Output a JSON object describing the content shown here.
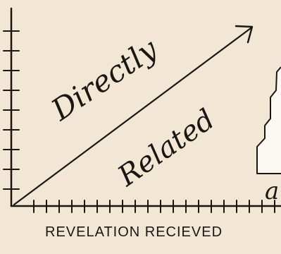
{
  "diagram": {
    "diagonal_text_top": "Directly",
    "diagonal_text_bottom": "Related",
    "edge_fragment": "a",
    "x_axis_label": "REVELATION RECIEVED"
  },
  "colors": {
    "paper": "#f2e7d5",
    "ink": "#1a1713"
  }
}
